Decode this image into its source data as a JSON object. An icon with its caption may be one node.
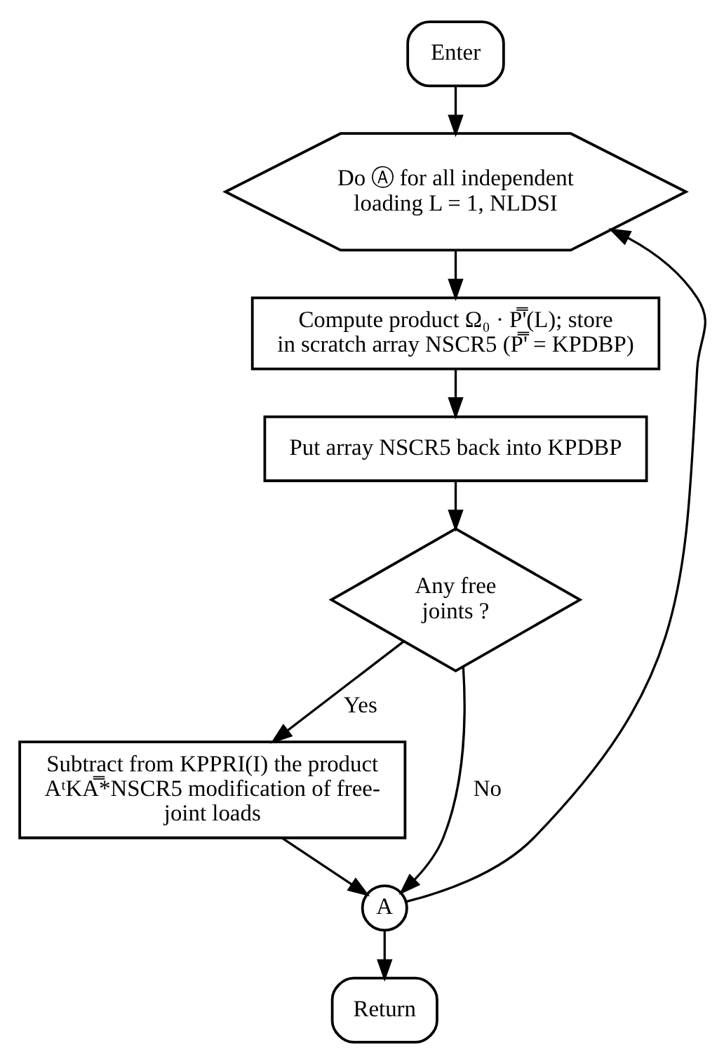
{
  "diagram": {
    "nodes": [
      {
        "text": [
          "Enter"
        ]
      },
      {
        "text": [
          "Do Ⓐ for all independent loading L = 1, NLDSI"
        ]
      },
      {
        "text": [
          "Compute product Ω₀ · P̿'(L); store in scratch array NSCR5 (P̿' = KPDBP)"
        ]
      },
      {
        "text": [
          "Put array NSCR5 back into KPDBP"
        ]
      },
      {
        "text": [
          "Any free joints ?"
        ]
      },
      {
        "text": [
          "Subtract from KPPRI(I) the product AᵗKA̿*NSCR5 modification of free-joint loads"
        ]
      },
      {
        "text": [
          "A"
        ]
      },
      {
        "text": [
          "Return"
        ]
      }
    ],
    "edges": [
      {
        "from": 0,
        "to": 1,
        "arrow": "to"
      },
      {
        "from": 1,
        "to": 2,
        "arrow": "to"
      },
      {
        "from": 2,
        "to": 3,
        "arrow": "to"
      },
      {
        "from": 3,
        "to": 4,
        "arrow": "to"
      },
      {
        "from": 4,
        "to": 5,
        "arrow": "to",
        "label": "Yes"
      },
      {
        "from": 4,
        "to": 6,
        "arrow": "to",
        "label": "No"
      },
      {
        "from": 5,
        "to": 6,
        "arrow": "to"
      },
      {
        "from": 6,
        "to": 1,
        "arrow": "to"
      },
      {
        "from": 6,
        "to": 7,
        "arrow": "to"
      }
    ]
  }
}
